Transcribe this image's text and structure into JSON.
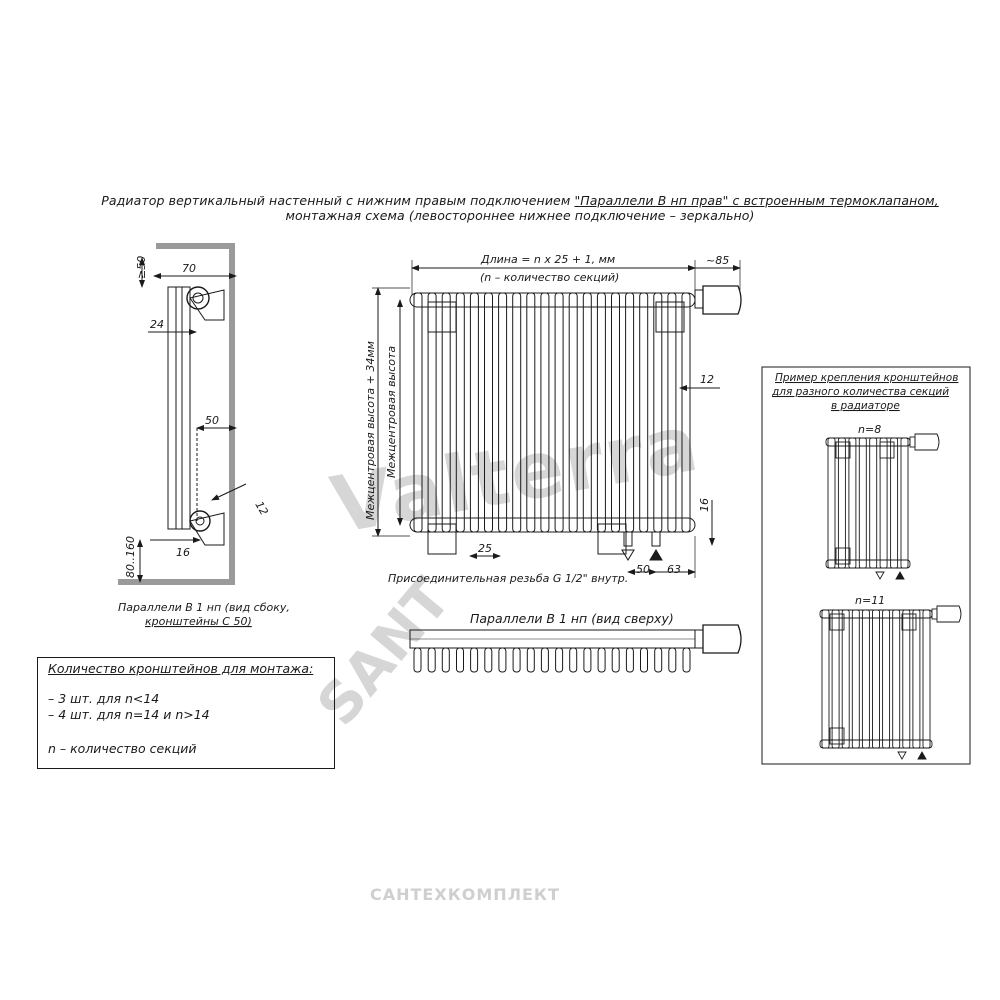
{
  "title": {
    "line1_pre": "Радиатор вертикальный настенный с нижним правым подключением ",
    "line1_underlined": "\"Параллели В нп прав\" с встроенным термоклапаном,",
    "line2": "монтажная схема (левостороннее нижнее подключение – зеркально)"
  },
  "side_view": {
    "dims": {
      "top_offset": "≥50",
      "depth": "70",
      "pipe_axis": "24",
      "bracket": "50",
      "angle": "12",
      "bottom_pipe": "16",
      "floor_gap": "80..160"
    },
    "caption_line1": "Параллели В 1 нп (вид сбоку,",
    "caption_line2": "кронштейны С 50)"
  },
  "front_view": {
    "dims": {
      "length": "Длина = n x 25 + 1, мм",
      "n_note": "(n – количество секций)",
      "valve": "~85",
      "height_total": "Межцентровая высота + 34мм",
      "height_center": "Межцентровая высота",
      "side_gap": "12",
      "bottom_gap": "16",
      "pitch": "25",
      "conn_a": "50",
      "conn_b": "63"
    },
    "thread_note": "Присоединительная резьба G 1/2\" внутр.",
    "section_count": 20
  },
  "top_view": {
    "caption": "Параллели В 1 нп (вид сверху)",
    "section_count": 20
  },
  "brackets_box": {
    "title_line1": "Пример крепления кронштейнов",
    "title_line2": "для разного количества секций",
    "title_line3": "в радиаторе",
    "examples": [
      {
        "label": "n=8",
        "sections": 8
      },
      {
        "label": "n=11",
        "sections": 11
      }
    ]
  },
  "quantity_box": {
    "title": "Количество кронштейнов для монтажа:",
    "line1": "– 3 шт. для n<14",
    "line2": "– 4 шт. для n=14 и n>14",
    "line3": "n – количество секций"
  },
  "watermark": {
    "brand": "Valterra",
    "corner": "SANT",
    "footer": "САНТЕХКОМПЛЕКТ"
  },
  "colors": {
    "ink": "#1a1a1a",
    "watermark": "#d6d6d6"
  }
}
